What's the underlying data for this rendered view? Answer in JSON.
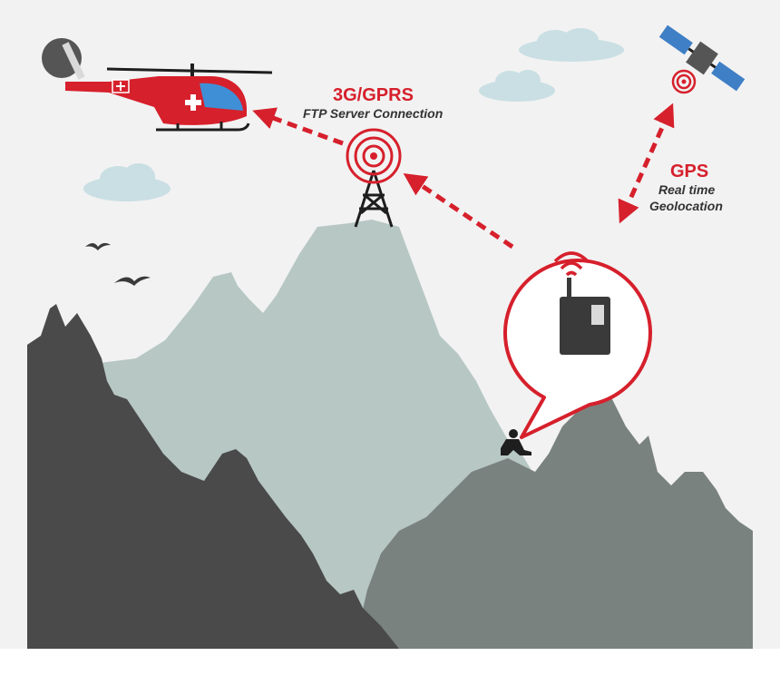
{
  "gprs": {
    "title": "3G/GPRS",
    "subtitle": "FTP Server Connection"
  },
  "gps": {
    "title": "GPS",
    "subtitle_line1": "Real time",
    "subtitle_line2": "Geolocation"
  },
  "colors": {
    "background": "#f2f2f2",
    "accent_red": "#d6202c",
    "mountain_dark": "#4a4a4a",
    "mountain_mid": "#7a827f",
    "mountain_light": "#b7c7c4",
    "cloud": "#c9dfe3",
    "device": "#3a3a3a"
  },
  "icons": [
    "helicopter-icon",
    "radio-tower-icon",
    "satellite-icon",
    "tracker-device-icon",
    "hiker-icon",
    "bird-icon",
    "cloud-icon"
  ]
}
